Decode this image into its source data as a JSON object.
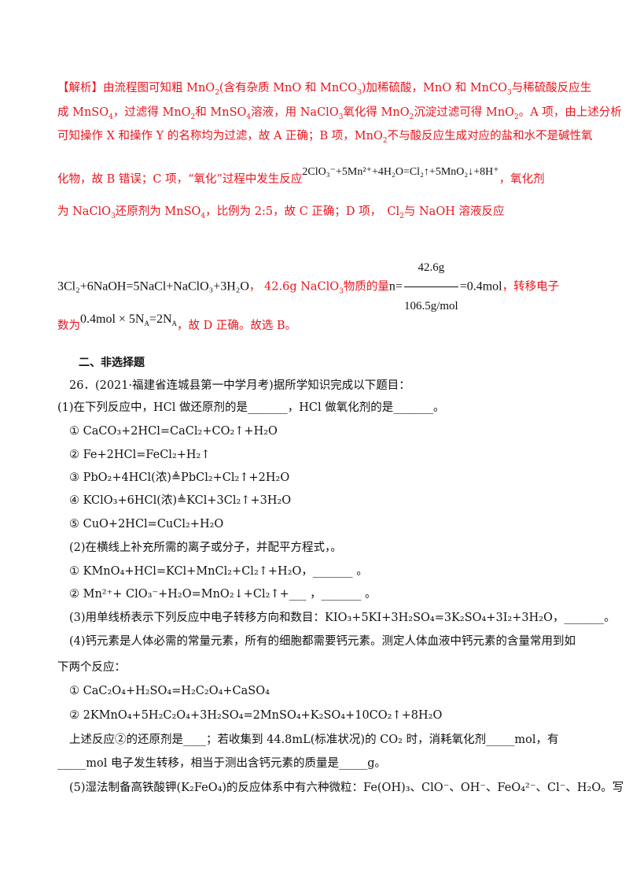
{
  "analysis": {
    "l1_pre": "【解析】由流程图可知粗 MnO",
    "l1_a": "(含有杂质 MnO 和 MnCO",
    "l1_b": ")加稀硫酸，MnO 和 MnCO",
    "l1_c": "与稀硫酸反应生",
    "l2_a": "成 MnSO",
    "l2_b": "，过滤得 MnO",
    "l2_c": "和 MnSO",
    "l2_d": "溶液，用 NaClO",
    "l2_e": "氧化得 MnO",
    "l2_f": "沉淀过滤可得 MnO",
    "l2_g": "。A 项，由上述分析",
    "l3": "可知操作 X 和操作 Y 的名称均为过滤，故 A 正确；B 项，MnO",
    "l3_b": "不与酸反应生成对应的盐和水不是碱性氧",
    "l4_a": "化物，故 B 错误；C 项，“氧化”过程中发生反应",
    "l4_eq": "2ClO₃⁻+5Mn²⁺+4H₂O=Cl₂↑+5MnO₂↓+8H⁺",
    "l4_b": "，氧化剂",
    "l5_a": "为 NaClO",
    "l5_b": "还原剂为 MnSO",
    "l5_c": "，比例为 2:5，故 C 正确；D 项，　Cl",
    "l5_d": "与 NaOH 溶液反应",
    "l6_eq": "3Cl₂+6NaOH=5NaCl+NaClO₃+3H₂O",
    "l6_a": "，  42.6g NaClO",
    "l6_b": "物质的量",
    "l6_n": "n=",
    "l6_num": "42.6g",
    "l6_den": "106.5g/mol",
    "l6_res": "=0.4mol",
    "l6_c": "，转移电子",
    "l7_a": "数为",
    "l7_eq": "0.4mol × 5N",
    "l7_eq2": "=2N",
    "l7_b": "，故 D 正确。故选 B。"
  },
  "section": {
    "title": "二、非选择题"
  },
  "q26": {
    "stem": "26．(2021·福建省连城县第一中学月考)据所学知识完成以下题目：",
    "p1": "(1)在下列反应中，HCl 做还原剂的是_______，HCl 做氧化剂的是_______。",
    "r1": "① CaCO₃+2HCl=CaCl₂+CO₂↑+H₂O",
    "r2": "② Fe+2HCl=FeCl₂+H₂↑",
    "r3": "③ PbO₂+4HCl(浓)≜PbCl₂+Cl₂↑+2H₂O",
    "r4": "④ KClO₃+6HCl(浓)≜KCl+3Cl₂↑+3H₂O",
    "r5": "⑤ CuO+2HCl=CuCl₂+H₂O",
    "p2": "(2)在横线上补充所需的离子或分子，并配平方程式，。",
    "s1": "① KMnO₄+HCl=KCl+MnCl₂+Cl₂↑+H₂O，_______ 。",
    "s2": "② Mn²⁺+ ClO₃⁻+H₂O=MnO₂↓+Cl₂↑+___ ，_______ 。",
    "p3": "(3)用单线桥表示下列反应中电子转移方向和数目：KIO₃+5KI+3H₂SO₄=3K₂SO₄+3I₂+3H₂O，_______。",
    "p4a": "(4)钙元素是人体必需的常量元素，所有的细胞都需要钙元素。测定人体血液中钙元素的含量常用到如",
    "p4b": "下两个反应：",
    "t1": "① CaC₂O₄+H₂SO₄=H₂C₂O₄+CaSO₄",
    "t2": "② 2KMnO₄+5H₂C₂O₄+3H₂SO₄=2MnSO₄+K₂SO₄+10CO₂↑+8H₂O",
    "p4c": "上述反应②的还原剂是____；若收集到 44.8mL(标准状况)的 CO₂ 时，消耗氧化剂_____mol，有",
    "p4d": "_____mol 电子发生转移，相当于测出含钙元素的质量是_____g。",
    "p5": "(5)湿法制备高铁酸钾(K₂FeO₄)的反应体系中有六种微粒：Fe(OH)₃、ClO⁻、OH⁻、FeO₄²⁻、Cl⁻、H₂O。写"
  }
}
